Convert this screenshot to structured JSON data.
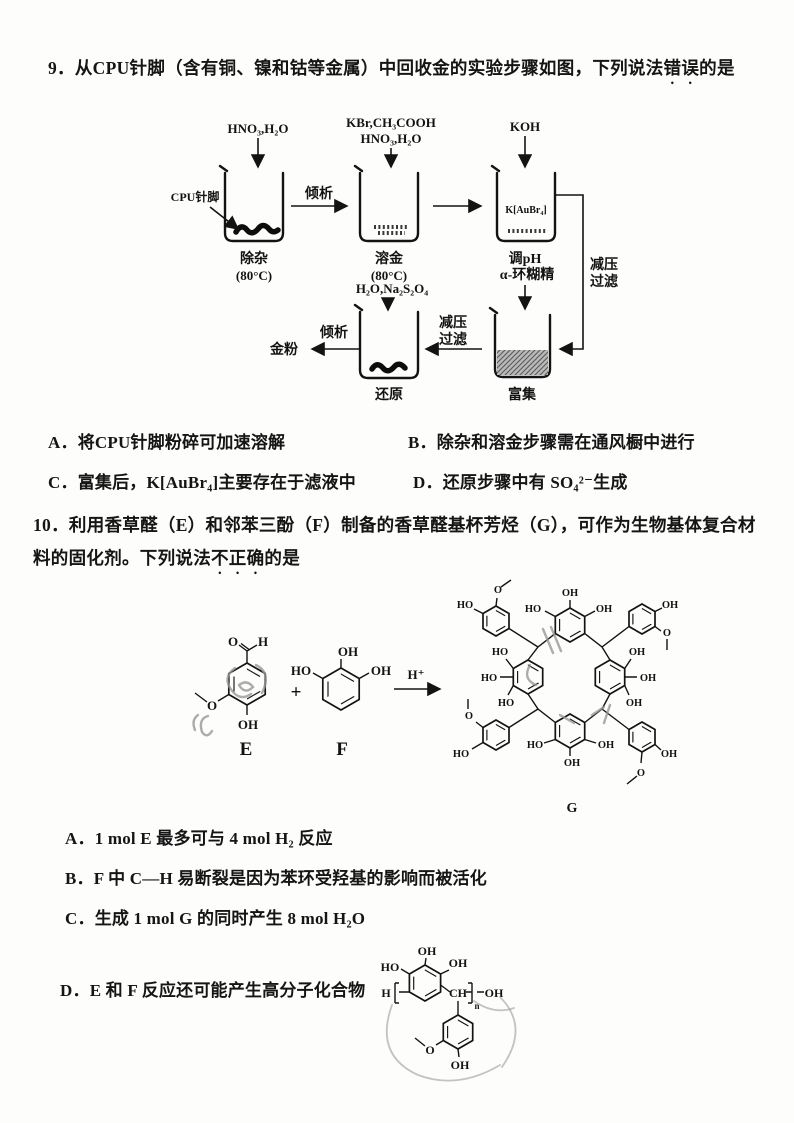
{
  "q9": {
    "number": "9．",
    "text_pre": "从CPU针脚（含有铜、镍和钴等金属）中回收金的实验步骤如图，下列说法",
    "text_em": "错误",
    "text_post": "的是",
    "options": [
      {
        "label": "A．",
        "text": "将CPU针脚粉碎可加速溶解"
      },
      {
        "label": "B．",
        "text": "除杂和溶金步骤需在通风橱中进行"
      },
      {
        "label": "C．",
        "text": "富集后，K[AuBr₄]主要存在于滤液中"
      },
      {
        "label": "D．",
        "text": "还原步骤中有 SO₄²⁻生成"
      }
    ],
    "diagram": {
      "reagent1": "HNO₃,H₂O",
      "reagent2a": "KBr,CH₃COOH",
      "reagent2b": "HNO₃,H₂O",
      "reagent3": "KOH",
      "reagent4": "α-环糊精",
      "reagent5": "H₂O,Na₂S₂O₄",
      "cpu_label": "CPU针脚",
      "step1": "除杂",
      "step1_temp": "(80°C)",
      "step2": "溶金",
      "step2_temp": "(80°C)",
      "step3": "调pH",
      "step3_content": "K[AuBr₄]",
      "step4": "还原",
      "step5": "富集",
      "decant1": "倾析",
      "decant2": "倾析",
      "filter1a": "减压",
      "filter1b": "过滤",
      "filter2a": "减压",
      "filter2b": "过滤",
      "product": "金粉"
    }
  },
  "q10": {
    "number": "10．",
    "line1": "利用香草醛（E）和邻苯三酚（F）制备的香草醛基杯芳烃（G），可作为生物基体复合材",
    "line2_pre": "料的固化剂。下列说法",
    "line2_em": "不正确",
    "line2_post": "的是",
    "options": [
      {
        "label": "A．",
        "text": "1 mol E 最多可与 4 mol H₂ 反应"
      },
      {
        "label": "B．",
        "text": "F 中 C—H 易断裂是因为苯环受羟基的影响而被活化"
      },
      {
        "label": "C．",
        "text": "生成 1 mol G 的同时产生 8 mol H₂O"
      },
      {
        "label": "D．",
        "text": "E 和 F 反应还可能产生高分子化合物"
      }
    ],
    "scheme": {
      "plus": "+",
      "hplus": "H⁺",
      "e": {
        "o": "O",
        "h": "H",
        "o2": "O",
        "oh": "OH",
        "label": "E"
      },
      "f": {
        "oh_top": "OH",
        "ho_left": "HO",
        "oh_right": "OH",
        "label": "F"
      },
      "g": {
        "label": "G",
        "otl_o": "O",
        "otl_ho": "HO",
        "rt_ho": "HO",
        "rt_oh1": "OH",
        "rt_oh2": "OH",
        "otr_oh": "OH",
        "otr_o": "O",
        "rl_ho1": "HO",
        "rl_ho2": "HO",
        "rl_ho3": "HO",
        "rr_oh1": "OH",
        "rr_oh2": "OH",
        "rr_oh3": "OH",
        "rb_ho": "HO",
        "rb_oh1": "OH",
        "rb_oh2": "OH",
        "obl_o": "O",
        "obl_ho": "HO",
        "obr_oh": "OH",
        "obr_o": "O"
      }
    },
    "polymer": {
      "h": "H",
      "ch": "CH",
      "n": "n",
      "oh_end": "OH",
      "oh_top": "OH",
      "ho_left": "HO",
      "oh_right": "OH",
      "o": "O",
      "oh_bottom": "OH"
    }
  }
}
